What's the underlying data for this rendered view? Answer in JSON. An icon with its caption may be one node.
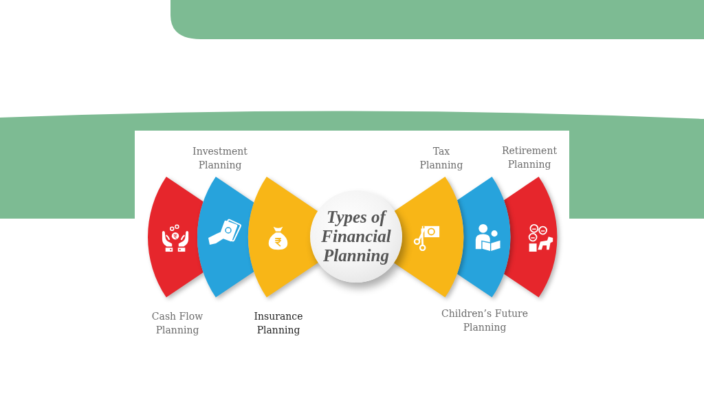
{
  "diagram": {
    "nodes": [
      {
        "text": [
          "Cash Flow Planning"
        ]
      },
      {
        "text": [
          "Investment Planning"
        ]
      },
      {
        "text": [
          "Insurance Planning"
        ]
      },
      {
        "text": [
          "Types of Financial Planning"
        ]
      },
      {
        "text": [
          "Tax Planning"
        ]
      },
      {
        "text": [
          "Children’s Future Planning"
        ]
      },
      {
        "text": [
          "Retirement Planning"
        ]
      }
    ]
  }
}
